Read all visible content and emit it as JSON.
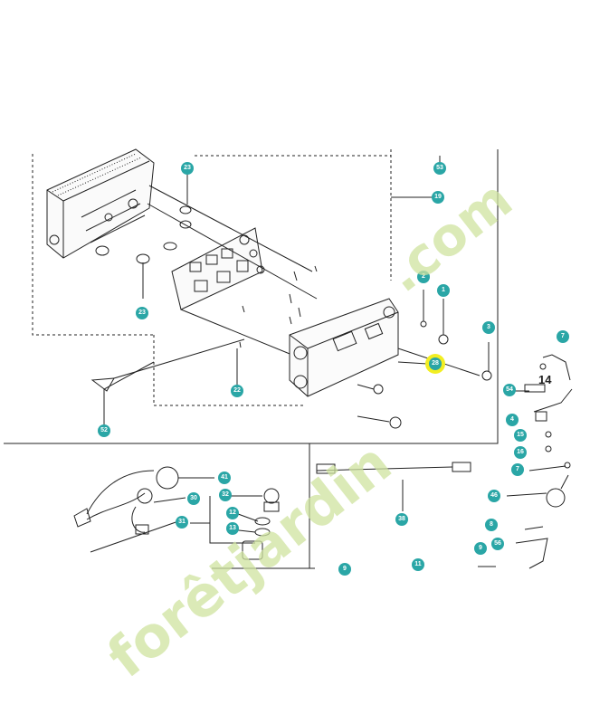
{
  "diagram": {
    "callouts": [
      {
        "id": "c23a",
        "label": "23"
      },
      {
        "id": "c23b",
        "label": "23"
      },
      {
        "id": "c53",
        "label": "53"
      },
      {
        "id": "c19",
        "label": "19"
      },
      {
        "id": "c2",
        "label": "2"
      },
      {
        "id": "c1",
        "label": "1"
      },
      {
        "id": "c3",
        "label": "3"
      },
      {
        "id": "c28",
        "label": "28"
      },
      {
        "id": "c22",
        "label": "22"
      },
      {
        "id": "c52",
        "label": "52"
      },
      {
        "id": "c7a",
        "label": "7"
      },
      {
        "id": "c54",
        "label": "54"
      },
      {
        "id": "c4",
        "label": "4"
      },
      {
        "id": "c15",
        "label": "15"
      },
      {
        "id": "c16",
        "label": "16"
      },
      {
        "id": "c7b",
        "label": "7"
      },
      {
        "id": "c41",
        "label": "41"
      },
      {
        "id": "c30",
        "label": "30"
      },
      {
        "id": "c32",
        "label": "32"
      },
      {
        "id": "c12",
        "label": "12"
      },
      {
        "id": "c31",
        "label": "31"
      },
      {
        "id": "c13",
        "label": "13"
      },
      {
        "id": "c38",
        "label": "38"
      },
      {
        "id": "c46",
        "label": "46"
      },
      {
        "id": "c8",
        "label": "8"
      },
      {
        "id": "c9",
        "label": "9"
      },
      {
        "id": "c56",
        "label": "56"
      },
      {
        "id": "c9b",
        "label": "9"
      },
      {
        "id": "c11",
        "label": "11"
      }
    ],
    "highlighted": "28",
    "labels": {
      "fourteen": "14"
    },
    "watermark": {
      "line1": "forêtjardin",
      "line2": ".com",
      "color": "#cfe3a0"
    },
    "accent_color": "#2aa6a6",
    "highlight_color": "#f2ee22"
  }
}
